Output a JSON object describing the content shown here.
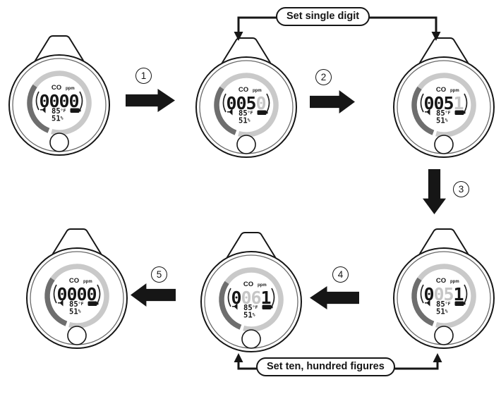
{
  "callouts": {
    "top": "Set single digit",
    "bottom": "Set ten, hundred figures"
  },
  "steps": [
    "1",
    "2",
    "3",
    "4",
    "5"
  ],
  "colors": {
    "line": "#161616",
    "ring_dark": "#6e6e6e",
    "ring_light": "#c9c9c9",
    "digit_dark": "#161616",
    "digit_dim": "#c6c6c6"
  },
  "devices": [
    {
      "name": "start-0000",
      "lcd": {
        "gas": "CO",
        "unit": "ppm",
        "digits": [
          "0",
          "0",
          "0",
          "0"
        ],
        "digit_colors": [
          "#161616",
          "#161616",
          "#161616",
          "#161616"
        ],
        "temp": "85",
        "temp_unit": "°F",
        "humidity": "51",
        "humidity_unit": "%"
      }
    },
    {
      "name": "ones-digit-blinking-0050",
      "lcd": {
        "gas": "CO",
        "unit": "ppm",
        "digits": [
          "0",
          "0",
          "5",
          "0"
        ],
        "digit_colors": [
          "#161616",
          "#161616",
          "#161616",
          "#c6c6c6"
        ],
        "temp": "85",
        "temp_unit": "°F",
        "humidity": "51",
        "humidity_unit": "%"
      }
    },
    {
      "name": "ones-digit-set-0051",
      "lcd": {
        "gas": "CO",
        "unit": "ppm",
        "digits": [
          "0",
          "0",
          "5",
          "1"
        ],
        "digit_colors": [
          "#161616",
          "#161616",
          "#161616",
          "#c6c6c6"
        ],
        "temp": "85",
        "temp_unit": "°F",
        "humidity": "51",
        "humidity_unit": "%"
      }
    },
    {
      "name": "tens-hundreds-blinking-0051",
      "lcd": {
        "gas": "CO",
        "unit": "ppm",
        "digits": [
          "0",
          "0",
          "5",
          "1"
        ],
        "digit_colors": [
          "#161616",
          "#c6c6c6",
          "#c6c6c6",
          "#161616"
        ],
        "temp": "85",
        "temp_unit": "°F",
        "humidity": "51",
        "humidity_unit": "%"
      }
    },
    {
      "name": "tens-hundreds-set-0061",
      "lcd": {
        "gas": "CO",
        "unit": "ppm",
        "digits": [
          "0",
          "0",
          "6",
          "1"
        ],
        "digit_colors": [
          "#161616",
          "#c6c6c6",
          "#c6c6c6",
          "#161616"
        ],
        "temp": "85",
        "temp_unit": "°F",
        "humidity": "51",
        "humidity_unit": "%"
      }
    },
    {
      "name": "end-0000",
      "lcd": {
        "gas": "CO",
        "unit": "ppm",
        "digits": [
          "0",
          "0",
          "0",
          "0"
        ],
        "digit_colors": [
          "#161616",
          "#161616",
          "#161616",
          "#161616"
        ],
        "temp": "85",
        "temp_unit": "°F",
        "humidity": "51",
        "humidity_unit": "%"
      }
    }
  ]
}
